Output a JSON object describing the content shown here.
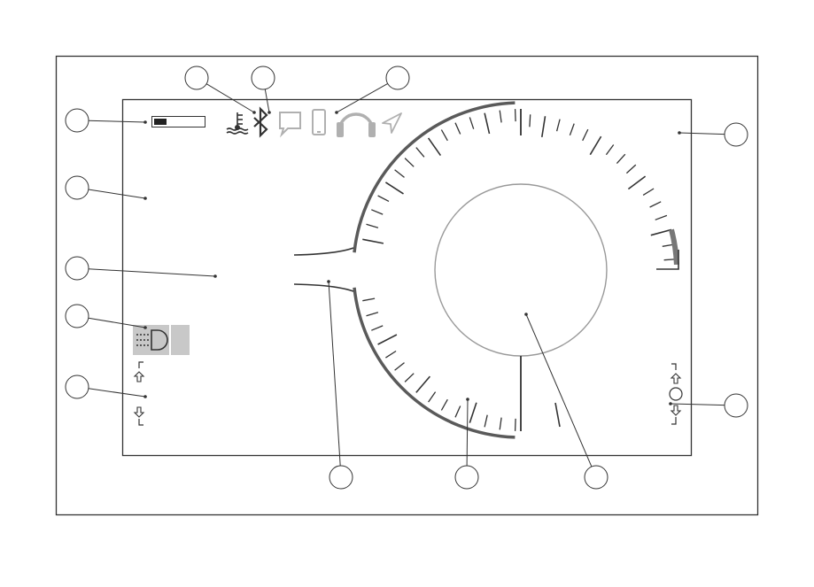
{
  "diagram": {
    "callouts": [
      {
        "id": "callout-top-1",
        "label": ""
      },
      {
        "id": "callout-top-2",
        "label": ""
      },
      {
        "id": "callout-top-3",
        "label": ""
      },
      {
        "id": "callout-left-1",
        "label": ""
      },
      {
        "id": "callout-left-2",
        "label": ""
      },
      {
        "id": "callout-left-3",
        "label": ""
      },
      {
        "id": "callout-left-4",
        "label": ""
      },
      {
        "id": "callout-left-5",
        "label": ""
      },
      {
        "id": "callout-right-1",
        "label": ""
      },
      {
        "id": "callout-right-2",
        "label": ""
      },
      {
        "id": "callout-bottom-1",
        "label": ""
      },
      {
        "id": "callout-bottom-2",
        "label": ""
      },
      {
        "id": "callout-bottom-3",
        "label": ""
      }
    ],
    "status_icons": [
      "fuel-level-icon",
      "coolant-temperature-icon",
      "bluetooth-icon",
      "message-icon",
      "phone-icon",
      "headphones-icon",
      "navigation-icon"
    ],
    "indicator_icons": [
      "headlight-icon",
      "shift-up-icon",
      "shift-down-icon",
      "gear-indicator-icon"
    ],
    "fuel_level_fraction": 0.25,
    "colors": {
      "frame": "#333333",
      "gauge_arc": "#5a5a5a",
      "icon_dark": "#333333",
      "icon_light": "#b0b0b0",
      "indicator_bg": "#c8c8c8",
      "inner_circle": "#999999"
    }
  }
}
